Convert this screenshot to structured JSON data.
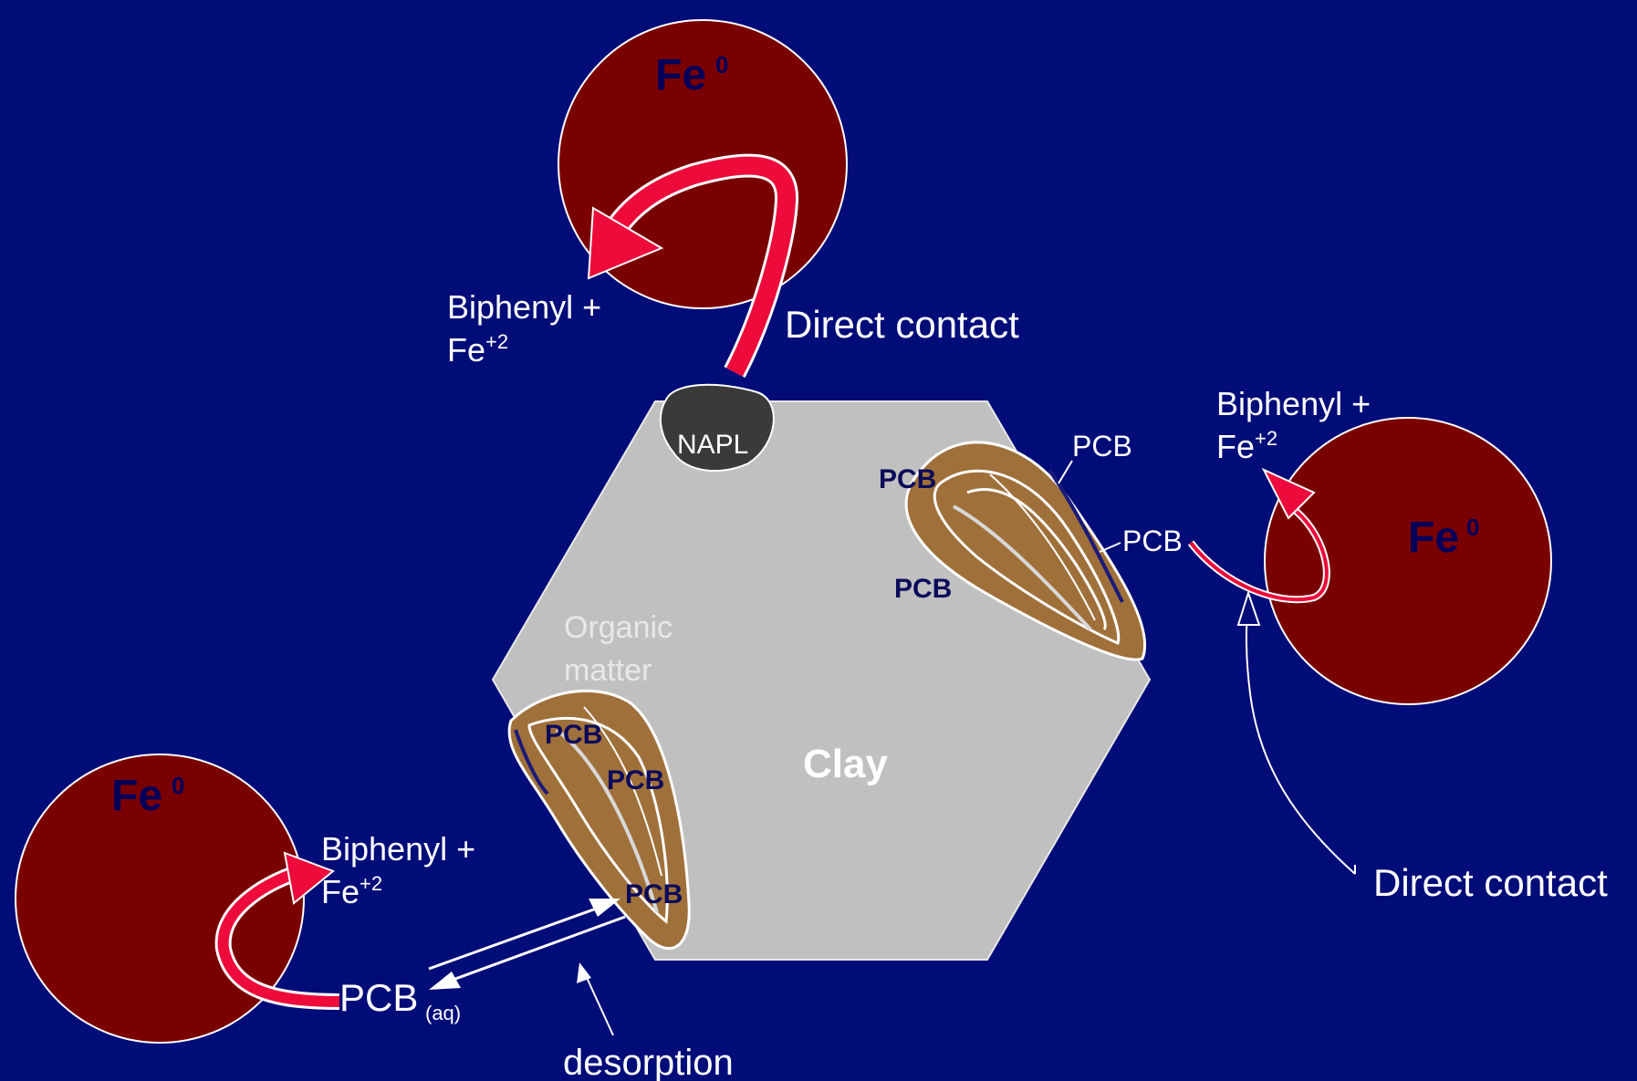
{
  "colors": {
    "background": "#000c78",
    "iron_particle": "#7a0000",
    "clay": "#c0c0c0",
    "napl": "#3a3a3a",
    "organic_matter": "#a0703a",
    "reaction_arrow": "#ee0a3a"
  },
  "iron_particles": [
    {
      "symbol": "Fe",
      "superscript": "0"
    },
    {
      "symbol": "Fe",
      "superscript": "0"
    },
    {
      "symbol": "Fe",
      "superscript": "0"
    }
  ],
  "products": [
    {
      "line1": "Biphenyl +",
      "ion": "Fe",
      "charge": "+2"
    },
    {
      "line1": "Biphenyl +",
      "ion": "Fe",
      "charge": "+2"
    },
    {
      "line1": "Biphenyl +",
      "ion": "Fe",
      "charge": "+2"
    }
  ],
  "labels": {
    "direct_contact_top": "Direct contact",
    "direct_contact_right": "Direct contact",
    "napl": "NAPL",
    "clay": "Clay",
    "organic_matter_line1": "Organic",
    "organic_matter_line2": "matter",
    "desorption": "desorption",
    "pcb_aq": "PCB",
    "pcb_aq_subscript": "(aq)"
  },
  "pcb_labels": {
    "right_upper_bold": "PCB",
    "right_lower_bold": "PCB",
    "right_outer_1": "PCB",
    "right_outer_2": "PCB",
    "left_1": "PCB",
    "left_2": "PCB",
    "left_3": "PCB"
  }
}
